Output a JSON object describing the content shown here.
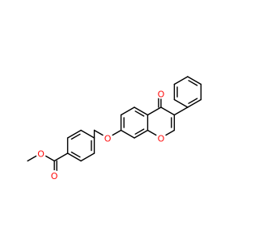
{
  "molecule": {
    "atom_labels": {
      "carbonyl_oxygen": "O",
      "ring_oxygen": "O",
      "ether_oxygen": "O",
      "ester_carbonyl_oxygen": "O",
      "ester_methoxy_oxygen": "O"
    },
    "colors": {
      "bond": "#000000",
      "oxygen": "#ff0d0d",
      "background": "#ffffff"
    }
  }
}
